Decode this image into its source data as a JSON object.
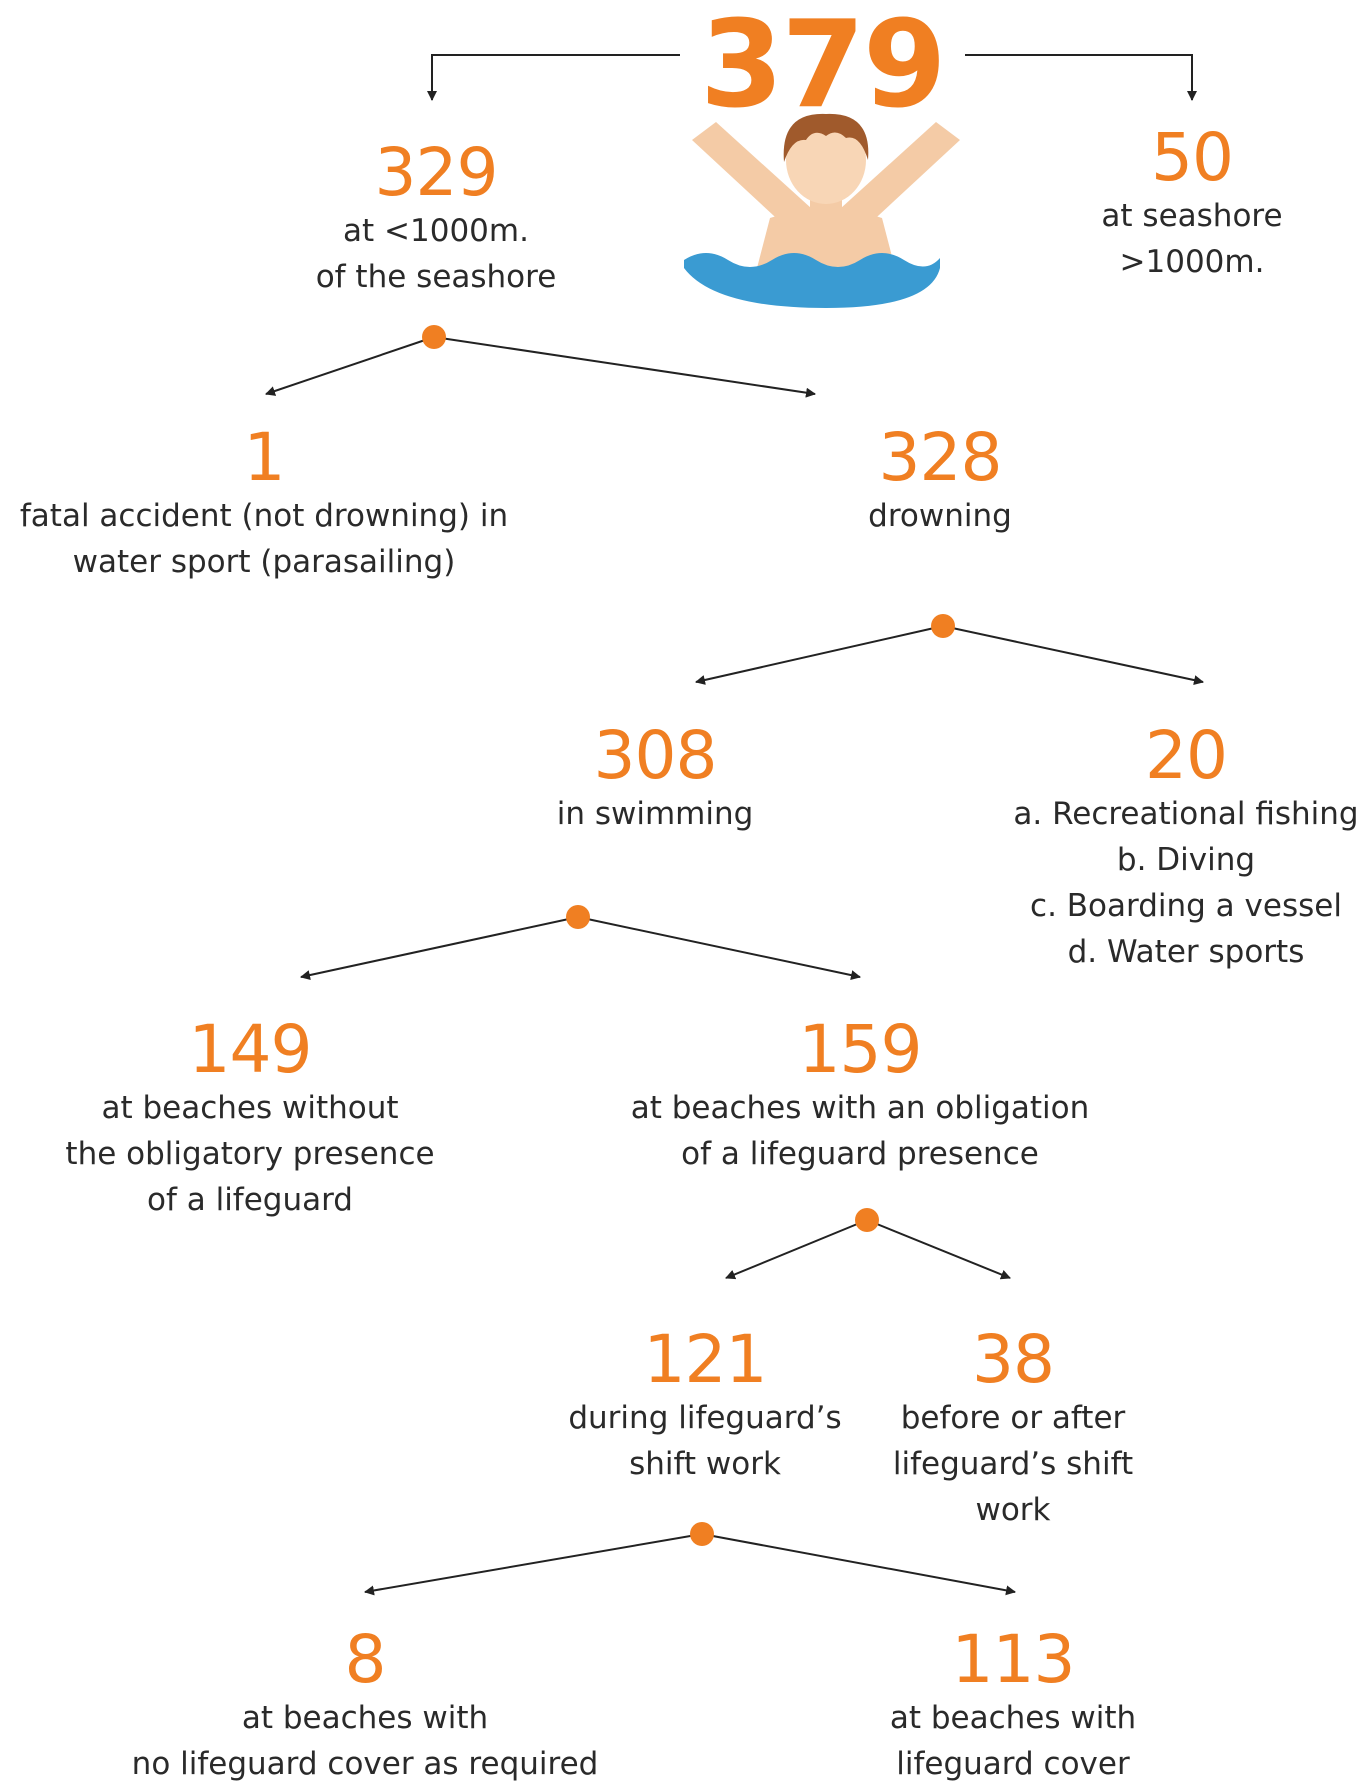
{
  "accent_color": "#f07f22",
  "text_color": "#2a2a2a",
  "line_color": "#222222",
  "water_color": "#3a9bd2",
  "root": {
    "value": "379",
    "icon": "swimmer-icon"
  },
  "nodes": {
    "n329": {
      "value": "329",
      "lines": [
        "at <1000m.",
        "of the seashore"
      ]
    },
    "n50": {
      "value": "50",
      "lines": [
        "at seashore",
        ">1000m."
      ]
    },
    "n1": {
      "value": "1",
      "lines": [
        "fatal accident (not drowning) in",
        "water sport (parasailing)"
      ]
    },
    "n328": {
      "value": "328",
      "lines": [
        "drowning"
      ]
    },
    "n308": {
      "value": "308",
      "lines": [
        "in swimming"
      ]
    },
    "n20": {
      "value": "20",
      "lines": [
        "a. Recreational fishing",
        "b. Diving",
        "c. Boarding a vessel",
        "d. Water sports"
      ]
    },
    "n149": {
      "value": "149",
      "lines": [
        "at beaches without",
        "the obligatory presence",
        "of a lifeguard"
      ]
    },
    "n159": {
      "value": "159",
      "lines": [
        "at beaches with an obligation",
        "of a lifeguard presence"
      ]
    },
    "n121": {
      "value": "121",
      "lines": [
        "during lifeguard’s",
        "shift work"
      ]
    },
    "n38": {
      "value": "38",
      "lines": [
        "before or after",
        "lifeguard’s shift",
        "work"
      ]
    },
    "n8": {
      "value": "8",
      "lines": [
        "at beaches with",
        "no lifeguard cover as required"
      ]
    },
    "n113": {
      "value": "113",
      "lines": [
        "at beaches with",
        "lifeguard cover"
      ]
    }
  }
}
